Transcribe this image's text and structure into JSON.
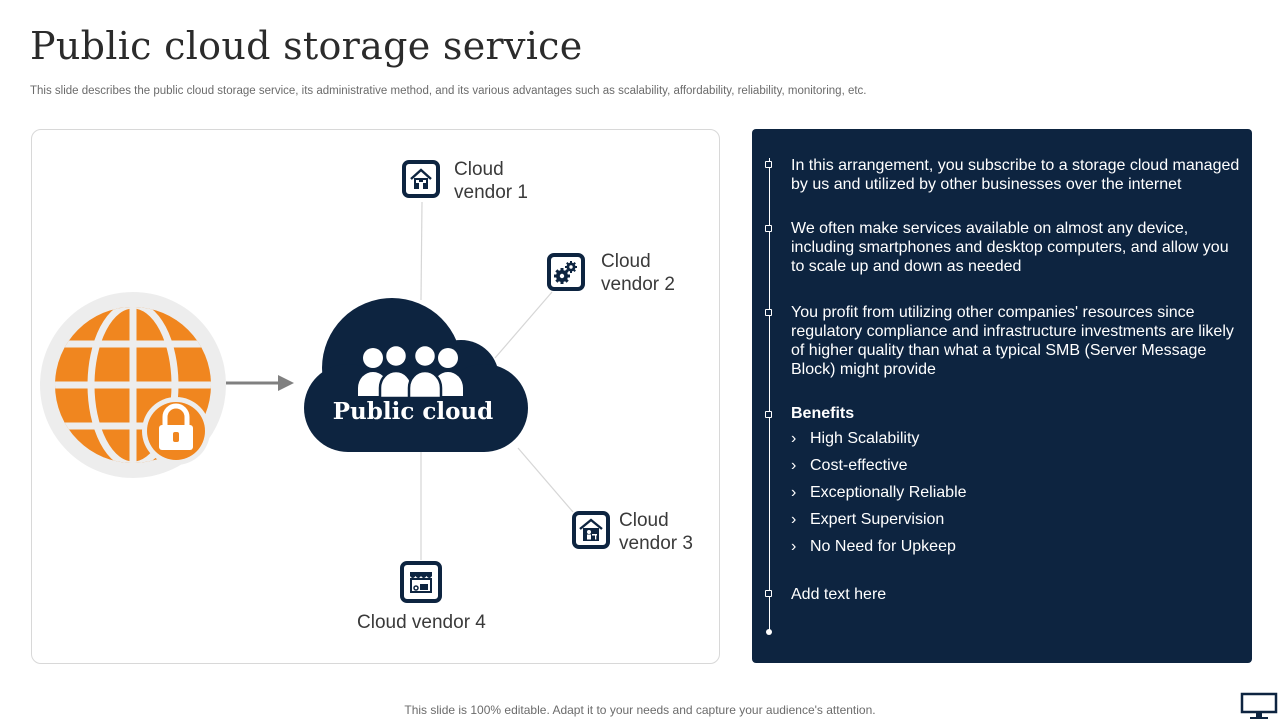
{
  "title": "Public cloud storage service",
  "subtitle": "This slide describes the public cloud storage service, its administrative method, and its various advantages such as scalability, affordability, reliability, monitoring, etc.",
  "diagram": {
    "center_label": "Public cloud",
    "center_icon": "people-group-icon",
    "source_icon": "globe-lock-icon",
    "vendors": [
      {
        "line1": "Cloud",
        "line2": "vendor 1",
        "icon": "house-icon"
      },
      {
        "line1": "Cloud",
        "line2": "vendor 2",
        "icon": "gears-icon"
      },
      {
        "line1": "Cloud",
        "line2": "vendor 3",
        "icon": "home-office-icon"
      },
      {
        "line1": "Cloud vendor 4",
        "icon": "storefront-icon"
      }
    ]
  },
  "panel": {
    "paragraphs": [
      "In this arrangement, you subscribe to a storage cloud managed by us and utilized by other businesses over the internet",
      "We often make services available on almost any device, including smartphones and desktop computers, and allow you to scale up and down as needed",
      "You profit from utilizing other companies' resources since regulatory compliance and infrastructure  investments are likely of higher quality than what a typical SMB (Server Message Block) might provide"
    ],
    "benefits_title": "Benefits",
    "benefits": [
      "High Scalability",
      "Cost-effective",
      "Exceptionally Reliable",
      "Expert Supervision",
      "No Need for Upkeep"
    ],
    "chevron": "›",
    "add_text": "Add text here"
  },
  "footer": "This slide is 100% editable. Adapt it to your needs and capture your audience's attention.",
  "colors": {
    "navy": "#0d2440",
    "orange": "#f0861f",
    "globe_bg": "#ededed",
    "arrow": "#808080"
  }
}
